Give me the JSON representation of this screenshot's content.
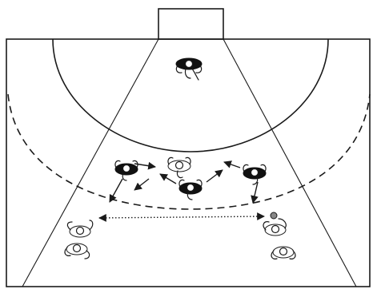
{
  "diagram": {
    "court": {
      "line_color": "#1a1a1a",
      "background": "#ffffff"
    },
    "defenders": [
      {
        "id": "goalkeeper",
        "team": "dark"
      },
      {
        "id": "defender-left",
        "team": "dark"
      },
      {
        "id": "defender-center",
        "team": "dark"
      },
      {
        "id": "defender-right",
        "team": "dark"
      }
    ],
    "attackers": [
      {
        "id": "attacker-center-left",
        "team": "light"
      },
      {
        "id": "attacker-center-pivot",
        "team": "light"
      },
      {
        "id": "attacker-back-left",
        "team": "light"
      },
      {
        "id": "attacker-back-right",
        "team": "light",
        "has_ball": true
      }
    ],
    "colors": {
      "dark_team": "#111111",
      "light_team": "#ffffff",
      "ball": "#888888"
    }
  }
}
